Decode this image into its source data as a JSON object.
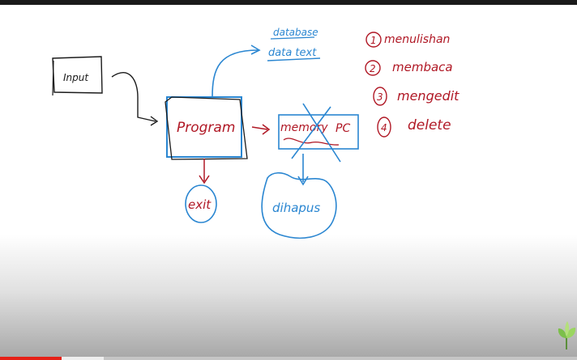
{
  "diagram": {
    "input_label": "Input",
    "program_label": "Program",
    "database_label": "database",
    "data_text_label": "data text",
    "memory_label": "memory",
    "pc_label": "PC",
    "exit_label": "exit",
    "deleted_label": "dihapus"
  },
  "operations": {
    "items": [
      {
        "number": "1",
        "label": "menulishan"
      },
      {
        "number": "2",
        "label": "membaca"
      },
      {
        "number": "3",
        "label": "mengedit"
      },
      {
        "number": "4",
        "label": "delete"
      }
    ]
  },
  "player": {
    "played_fraction": 0.107,
    "buffered_fraction": 0.18
  },
  "colors": {
    "red_ink": "#b01825",
    "blue_ink": "#2a86d1",
    "black_ink": "#1b1b1b",
    "progress_red": "#e62117"
  }
}
